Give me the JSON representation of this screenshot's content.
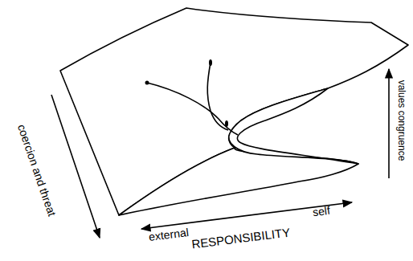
{
  "diagram": {
    "labels": [
      "coercion and threat",
      "values congruence",
      "external",
      "self",
      "RESPONSIBILITY"
    ]
  }
}
